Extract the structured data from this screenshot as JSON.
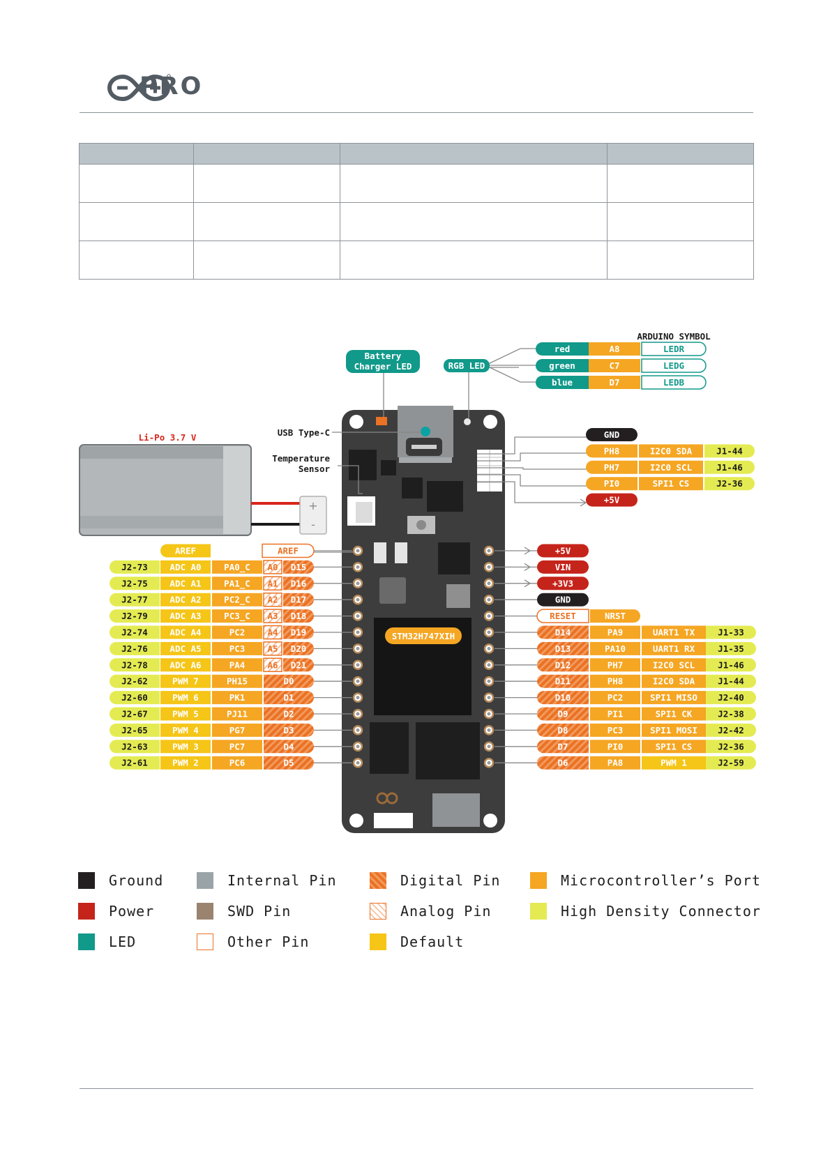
{
  "header": {
    "brand": "PRO"
  },
  "spec_table": {
    "columns": 4,
    "rows": 3
  },
  "colors": {
    "ground": "#231f20",
    "power": "#c5241b",
    "led": "#11998a",
    "internal": "#9aa4a8",
    "swd": "#9a8470",
    "digital": "#ea7224",
    "port": "#f5a623",
    "default": "#f5c518",
    "hdc": "#e4eb52",
    "board": "#3d3d3d",
    "chip": "#151515"
  },
  "diagram": {
    "callouts": {
      "battery": "Li-Po 3.7 V",
      "usb": "USB Type-C",
      "temp1": "Temperature",
      "temp2": "Sensor",
      "arduino_symbol": "ARDUINO SYMBOL",
      "chip": "STM32H747XIH"
    },
    "battery_led": [
      "Battery",
      "Charger LED"
    ],
    "rgb_led": "RGB LED",
    "rgb": [
      {
        "color": "red",
        "port": "A8",
        "symbol": "LEDR"
      },
      {
        "color": "green",
        "port": "C7",
        "symbol": "LEDG"
      },
      {
        "color": "blue",
        "port": "D7",
        "symbol": "LEDB"
      }
    ],
    "top_right": [
      {
        "kind": "gnd",
        "label": "GND"
      },
      {
        "kind": "pin",
        "port": "PH8",
        "func": "I2C0 SDA",
        "conn": "J1-44"
      },
      {
        "kind": "pin",
        "port": "PH7",
        "func": "I2C0 SCL",
        "conn": "J1-46"
      },
      {
        "kind": "pin",
        "port": "PI0",
        "func": "SPI1 CS",
        "conn": "J2-36"
      },
      {
        "kind": "pwr",
        "label": "+5V"
      }
    ],
    "aref": {
      "left": "AREF",
      "right": "AREF"
    },
    "left_pins": [
      {
        "conn": "J2-73",
        "func": "ADC A0",
        "port": "PA0_C",
        "analog": "A0",
        "digital": "D15"
      },
      {
        "conn": "J2-75",
        "func": "ADC A1",
        "port": "PA1_C",
        "analog": "A1",
        "digital": "D16"
      },
      {
        "conn": "J2-77",
        "func": "ADC A2",
        "port": "PC2_C",
        "analog": "A2",
        "digital": "D17"
      },
      {
        "conn": "J2-79",
        "func": "ADC A3",
        "port": "PC3_C",
        "analog": "A3",
        "digital": "D18"
      },
      {
        "conn": "J2-74",
        "func": "ADC A4",
        "port": "PC2",
        "analog": "A4",
        "digital": "D19"
      },
      {
        "conn": "J2-76",
        "func": "ADC A5",
        "port": "PC3",
        "analog": "A5",
        "digital": "D20"
      },
      {
        "conn": "J2-78",
        "func": "ADC A6",
        "port": "PA4",
        "analog": "A6",
        "digital": "D21"
      },
      {
        "conn": "J2-62",
        "func": "PWM 7",
        "port": "PH15",
        "analog": "",
        "digital": "D0"
      },
      {
        "conn": "J2-60",
        "func": "PWM 6",
        "port": "PK1",
        "analog": "",
        "digital": "D1"
      },
      {
        "conn": "J2-67",
        "func": "PWM 5",
        "port": "PJ11",
        "analog": "",
        "digital": "D2"
      },
      {
        "conn": "J2-65",
        "func": "PWM 4",
        "port": "PG7",
        "analog": "",
        "digital": "D3"
      },
      {
        "conn": "J2-63",
        "func": "PWM 3",
        "port": "PC7",
        "analog": "",
        "digital": "D4"
      },
      {
        "conn": "J2-61",
        "func": "PWM 2",
        "port": "PC6",
        "analog": "",
        "digital": "D5"
      }
    ],
    "right_power": [
      {
        "kind": "pwr",
        "label": "+5V"
      },
      {
        "kind": "pwr",
        "label": "VIN"
      },
      {
        "kind": "pwr",
        "label": "+3V3"
      },
      {
        "kind": "gnd",
        "label": "GND"
      },
      {
        "kind": "reset",
        "label": "RESET",
        "port": "NRST"
      }
    ],
    "right_pins": [
      {
        "digital": "D14",
        "port": "PA9",
        "func": "UART1 TX",
        "conn": "J1-33",
        "func_kind": "port"
      },
      {
        "digital": "D13",
        "port": "PA10",
        "func": "UART1 RX",
        "conn": "J1-35",
        "func_kind": "port"
      },
      {
        "digital": "D12",
        "port": "PH7",
        "func": "I2C0 SCL",
        "conn": "J1-46",
        "func_kind": "port"
      },
      {
        "digital": "D11",
        "port": "PH8",
        "func": "I2C0 SDA",
        "conn": "J1-44",
        "func_kind": "port"
      },
      {
        "digital": "D10",
        "port": "PC2",
        "func": "SPI1 MISO",
        "conn": "J2-40",
        "func_kind": "port"
      },
      {
        "digital": "D9",
        "port": "PI1",
        "func": "SPI1 CK",
        "conn": "J2-38",
        "func_kind": "port"
      },
      {
        "digital": "D8",
        "port": "PC3",
        "func": "SPI1 MOSI",
        "conn": "J2-42",
        "func_kind": "port"
      },
      {
        "digital": "D7",
        "port": "PI0",
        "func": "SPI1 CS",
        "conn": "J2-36",
        "func_kind": "port"
      },
      {
        "digital": "D6",
        "port": "PA8",
        "func": "PWM 1",
        "conn": "J2-59",
        "func_kind": "default"
      }
    ]
  },
  "legend": [
    {
      "label": "Ground",
      "type": "ground"
    },
    {
      "label": "Internal Pin",
      "type": "internal"
    },
    {
      "label": "Digital Pin",
      "type": "digital"
    },
    {
      "label": "Microcontroller’s Port",
      "type": "port"
    },
    {
      "label": "Power",
      "type": "power"
    },
    {
      "label": "SWD Pin",
      "type": "swd"
    },
    {
      "label": "Analog Pin",
      "type": "analog"
    },
    {
      "label": "High Density Connector",
      "type": "hdc"
    },
    {
      "label": "LED",
      "type": "led"
    },
    {
      "label": "Other Pin",
      "type": "other"
    },
    {
      "label": "Default",
      "type": "default"
    }
  ]
}
